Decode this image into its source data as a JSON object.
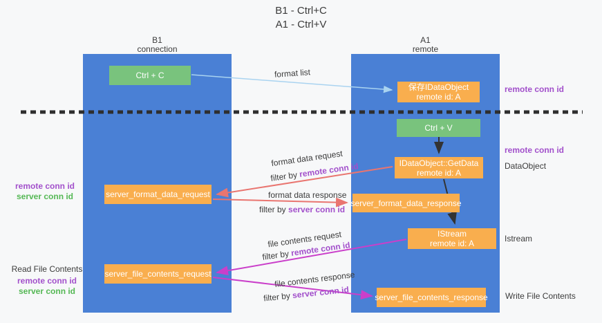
{
  "title": {
    "line1": "B1 - Ctrl+C",
    "line2": "A1 - Ctrl+V"
  },
  "columns": {
    "left": {
      "header_line1": "B1",
      "header_line2": "connection"
    },
    "right": {
      "header_line1": "A1",
      "header_line2": "remote"
    }
  },
  "boxes": {
    "ctrl_c": {
      "label": "Ctrl + C"
    },
    "save_idataobject": {
      "line1": "保存IDataObject",
      "line2": "remote id: A"
    },
    "ctrl_v": {
      "label": "Ctrl + V"
    },
    "getdata": {
      "line1": "IDataObject::GetData",
      "line2": "remote id: A"
    },
    "format_request": {
      "label": "server_format_data_request"
    },
    "format_response": {
      "label": "server_format_data_response"
    },
    "istream": {
      "line1": "IStream",
      "line2": "remote id: A"
    },
    "file_request": {
      "label": "server_file_contents_request"
    },
    "file_response": {
      "label": "server_file_contents_response"
    }
  },
  "side_labels": {
    "right_top_remote": "remote conn id",
    "right_mid_remote": "remote conn id",
    "dataobject": "DataObject",
    "istream": "Istream",
    "write_file": "Write File Contents",
    "left_mid": {
      "remote": "remote conn id",
      "server": "server conn id"
    },
    "left_bottom": {
      "title": "Read File Contents",
      "remote": "remote conn id",
      "server": "server conn id"
    }
  },
  "flows": {
    "format_list": {
      "label": "format list"
    },
    "format_request": {
      "title": "format data request",
      "filter_prefix": "filter by ",
      "filter_key": "remote conn id"
    },
    "format_response": {
      "title": "format data response",
      "filter_prefix": "filter by ",
      "filter_key": "server conn id"
    },
    "file_request": {
      "title": "file contents request",
      "filter_prefix": "filter by ",
      "filter_key": "remote conn id"
    },
    "file_response": {
      "title": "file contents response",
      "filter_prefix": "filter by ",
      "filter_key": "server conn id"
    }
  },
  "colors": {
    "column_blue": "#4a80d5",
    "box_green": "#79c37d",
    "box_orange": "#f9ae4e",
    "purple_text": "#a250cb",
    "green_text": "#55b855",
    "salmon_arrow": "#e97570",
    "magenta_arrow": "#ca3fca",
    "lightblue_arrow": "#a9d3f0",
    "black_arrow": "#333333",
    "background": "#f7f8f9"
  }
}
